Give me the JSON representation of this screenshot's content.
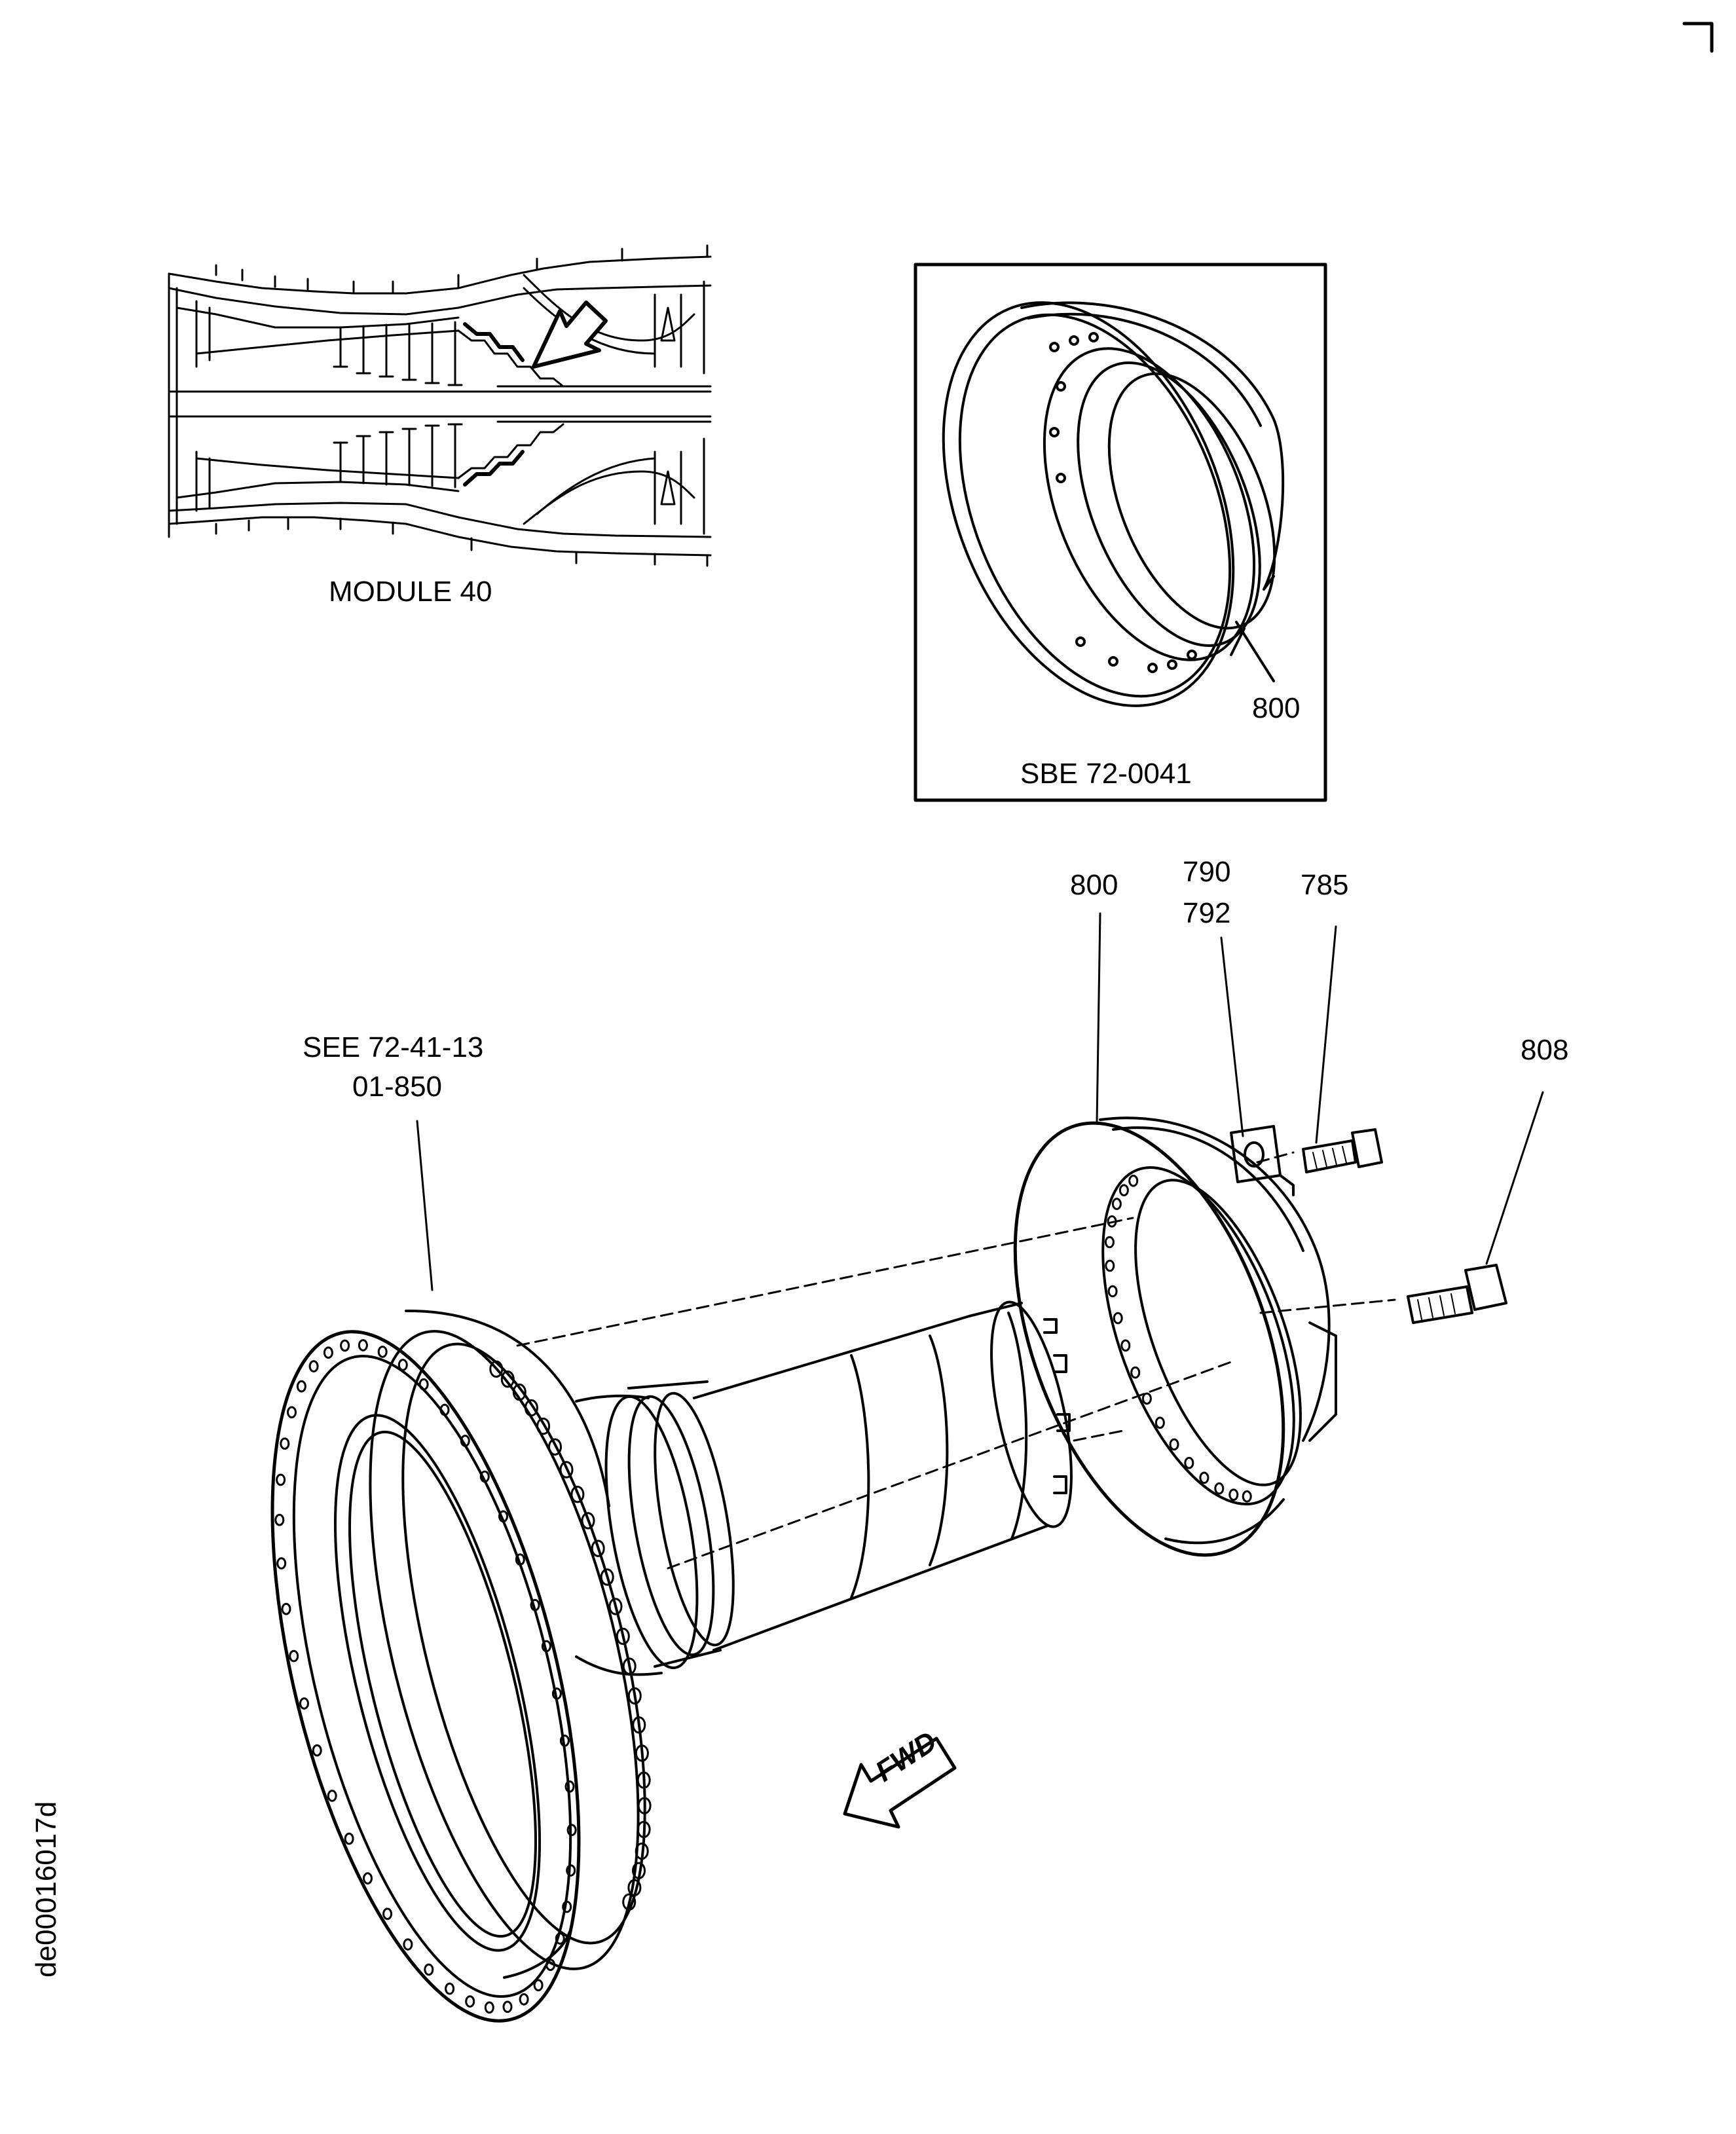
{
  "figure": {
    "module_caption": "MODULE 40",
    "inset_caption": "SBE 72-0041",
    "inset_part": "800",
    "fwd_label": "FWD",
    "figure_id": "de00016017d"
  },
  "callouts": {
    "see_ref_line1": "SEE 72-41-13",
    "see_ref_line2": "01-850",
    "p800": "800",
    "p790": "790",
    "p792": "792",
    "p785": "785",
    "p808": "808"
  },
  "colors": {
    "ink": "#000000",
    "paper": "#ffffff"
  },
  "icons": [
    "corner-mark-icon",
    "fwd-arrow-icon"
  ]
}
